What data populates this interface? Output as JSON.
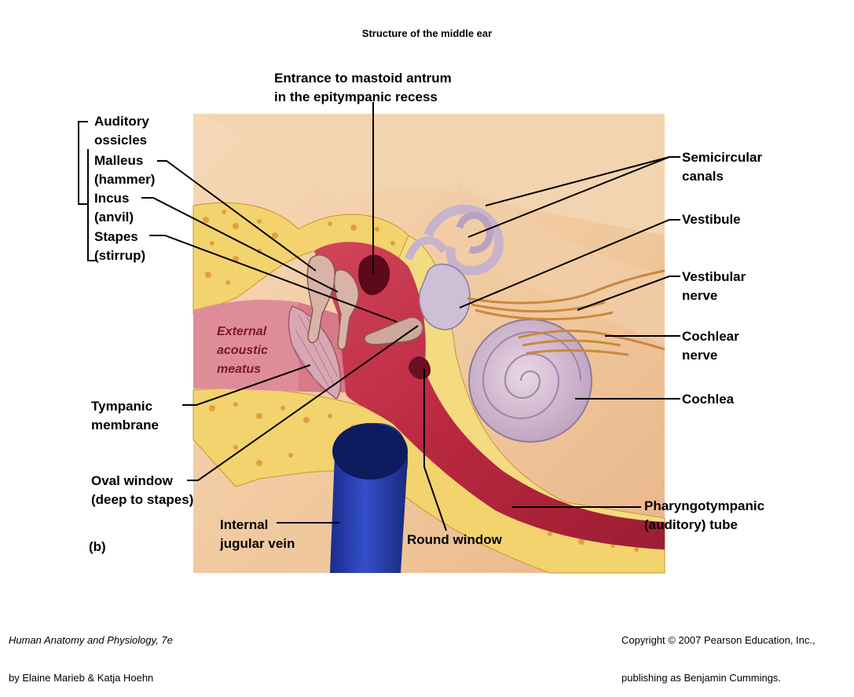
{
  "title": "Structure of the middle ear",
  "labels": {
    "entrance_mastoid": "Entrance to mastoid antrum\nin the epitympanic recess",
    "auditory_ossicles": "Auditory\nossicles",
    "malleus": "Malleus\n(hammer)",
    "incus": "Incus\n(anvil)",
    "stapes": "Stapes\n(stirrup)",
    "external_acoustic_meatus": "External\nacoustic\nmeatus",
    "tympanic_membrane": "Tympanic\nmembrane",
    "oval_window": "Oval window\n(deep to stapes)",
    "internal_jugular_vein": "Internal\njugular vein",
    "round_window": "Round window",
    "figure_part": "(b)",
    "semicircular_canals": "Semicircular\ncanals",
    "vestibule": "Vestibule",
    "vestibular_nerve": "Vestibular\nnerve",
    "cochlear_nerve": "Cochlear\nnerve",
    "cochlea": "Cochlea",
    "pharyngotympanic_tube": "Pharyngotympanic\n(auditory) tube"
  },
  "footer": {
    "book_title": "Human Anatomy and Physiology, 7e",
    "authors": "by Elaine Marieb & Katja Hoehn",
    "copyright_line1": "Copyright © 2007 Pearson Education, Inc.,",
    "copyright_line2": "publishing as Benjamin Cummings."
  }
}
